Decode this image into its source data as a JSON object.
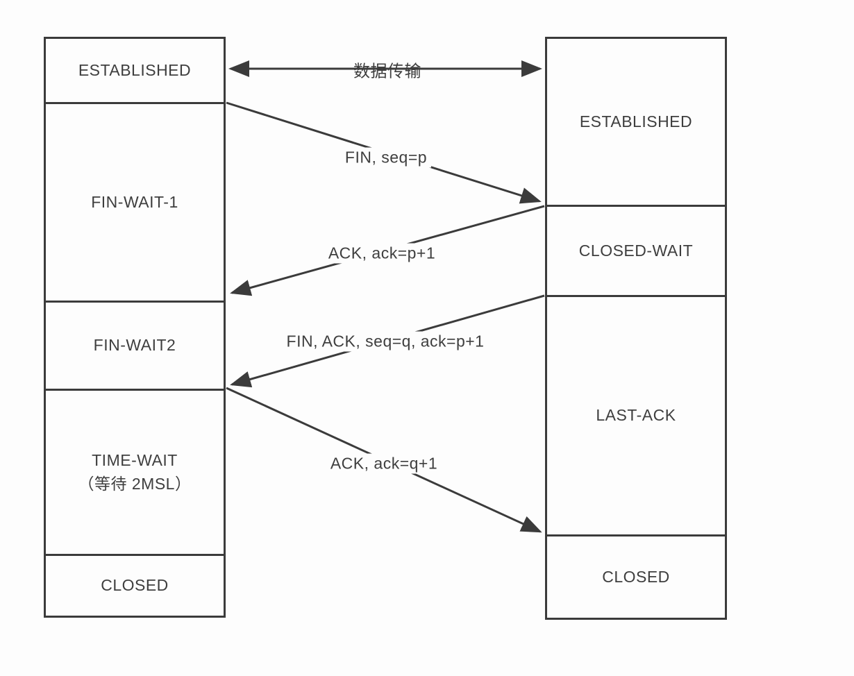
{
  "diagram": {
    "client": {
      "states": [
        {
          "label": "ESTABLISHED"
        },
        {
          "label": "FIN-WAIT-1"
        },
        {
          "label": "FIN-WAIT2"
        },
        {
          "label": "TIME-WAIT",
          "note": "（等待 2MSL）"
        },
        {
          "label": "CLOSED"
        }
      ]
    },
    "server": {
      "states": [
        {
          "label": "ESTABLISHED"
        },
        {
          "label": "CLOSED-WAIT"
        },
        {
          "label": "LAST-ACK"
        },
        {
          "label": "CLOSED"
        }
      ]
    },
    "messages": [
      {
        "label": "数据传输",
        "direction": "both"
      },
      {
        "label": "FIN, seq=p",
        "direction": "client-to-server"
      },
      {
        "label": "ACK, ack=p+1",
        "direction": "server-to-client"
      },
      {
        "label": "FIN, ACK, seq=q, ack=p+1",
        "direction": "server-to-client"
      },
      {
        "label": "ACK, ack=q+1",
        "direction": "client-to-server"
      }
    ],
    "colors": {
      "line": "#3b3b3b",
      "text": "#3e3e3e",
      "background": "#fdfdfd"
    }
  }
}
